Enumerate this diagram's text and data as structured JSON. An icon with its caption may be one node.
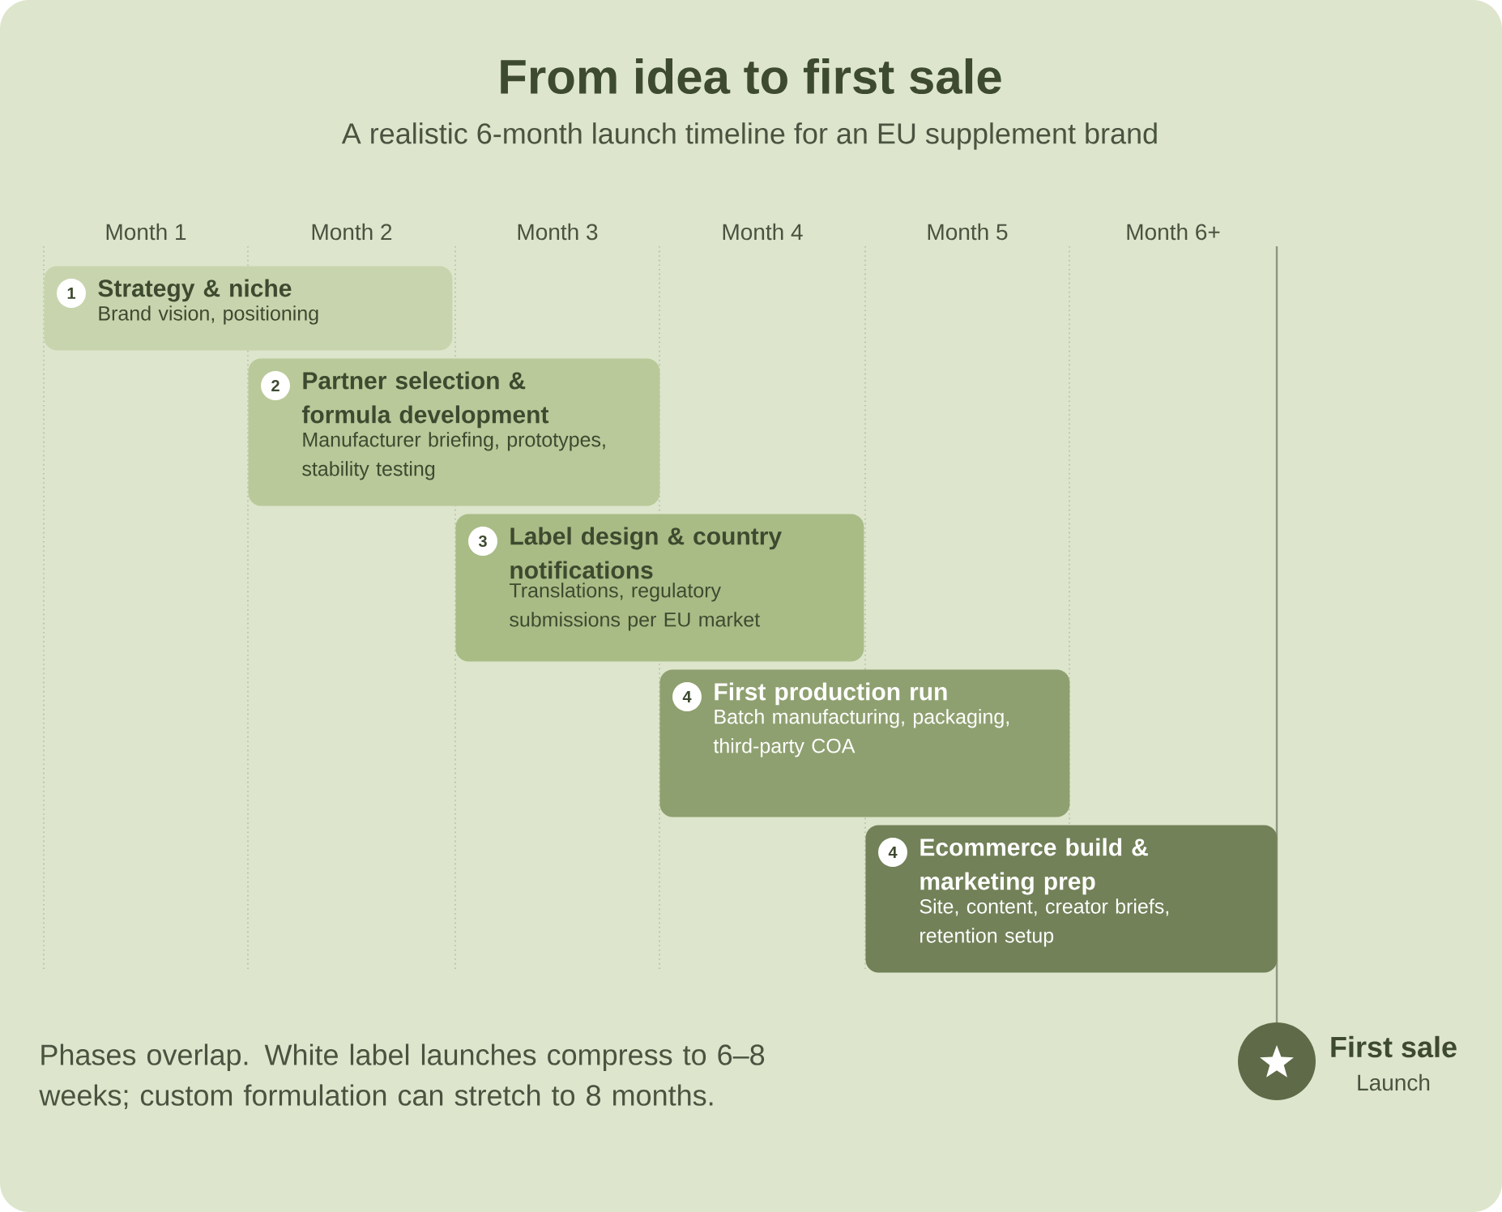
{
  "diagram": {
    "title": "From idea to first sale",
    "nodes": [
      {
        "text": [
          "1",
          "Strategy & niche",
          "Brand vision, positioning"
        ]
      },
      {
        "text": [
          "2",
          "Partner selection & formula development",
          "Manufacturer briefing, prototypes, stability testing"
        ]
      },
      {
        "text": [
          "3",
          "Label design & country notifications",
          "Translations, regulatory submissions per EU market"
        ]
      },
      {
        "text": [
          "4",
          "First production run",
          "Batch manufacturing, packaging, third-party COA"
        ]
      },
      {
        "text": [
          "4",
          "Ecommerce build & marketing prep",
          "Site, content, creator briefs, retention setup"
        ]
      },
      {
        "text": [],
        "shape": "circle",
        "beside": [
          "First sale",
          "Launch"
        ]
      }
    ],
    "labels": [
      "A realistic 6-month launch timeline for an EU supplement brand",
      "Month 1",
      "Month 2",
      "Month 3",
      "Month 4",
      "Month 5",
      "Month 6+",
      "Phases overlap. White label launches compress to 6–8 weeks; custom formulation can stretch to 8 months."
    ]
  }
}
